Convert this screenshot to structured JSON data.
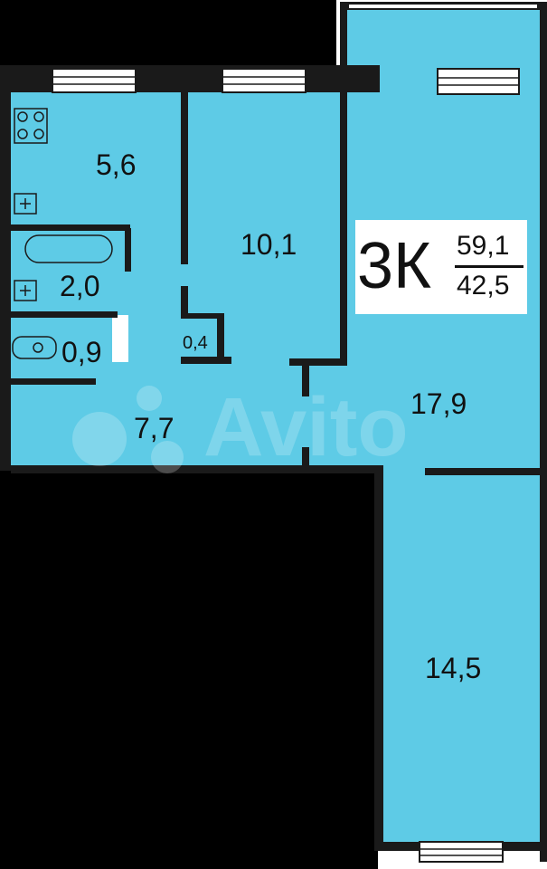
{
  "plan": {
    "type_code": "3К",
    "total_area": "59,1",
    "living_area": "42,5"
  },
  "rooms": {
    "kitchen": "5,6",
    "room_middle": "10,1",
    "room_corner": "17,9",
    "room_bottom": "14,5",
    "bathroom": "2,0",
    "toilet": "0,9",
    "closet": "0,4",
    "hallway": "7,7"
  },
  "watermark": "Avito",
  "colors": {
    "room_fill": "#5ecbe6",
    "wall": "#1a1a1a",
    "redaction": "#000000",
    "background": "#ffffff"
  }
}
